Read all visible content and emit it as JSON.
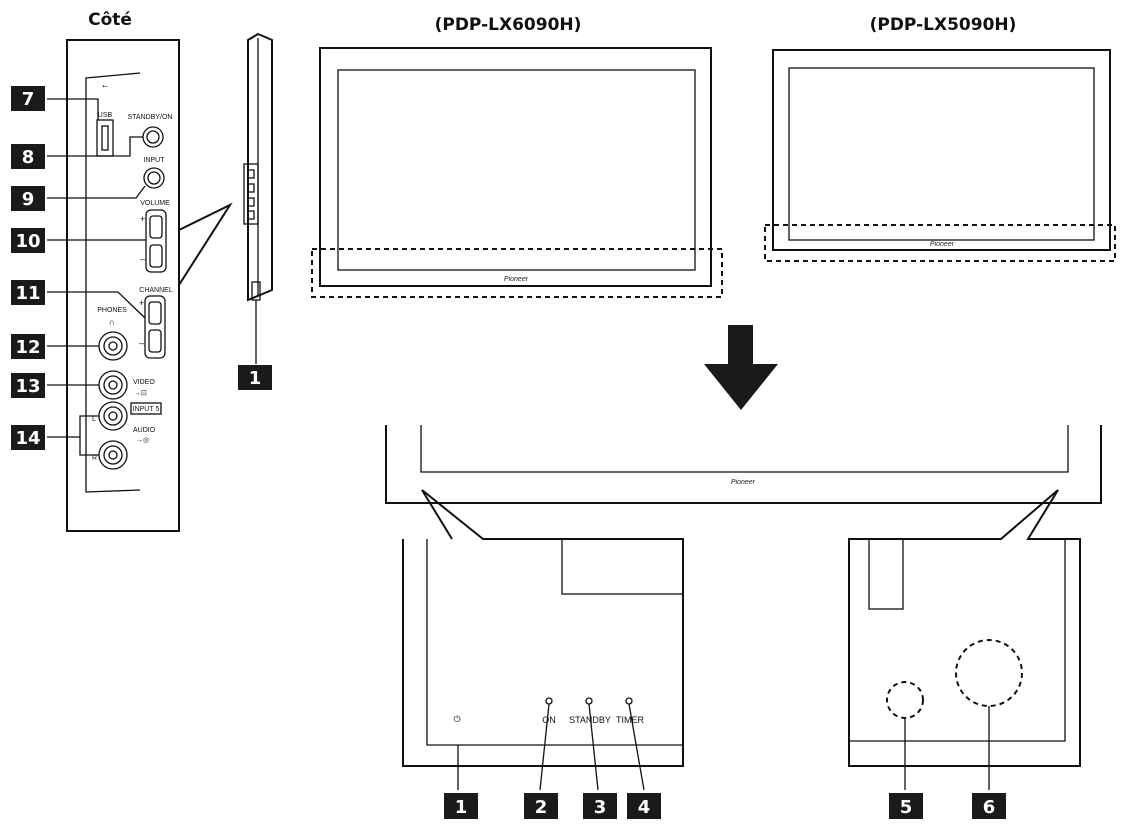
{
  "titles": {
    "side": "Côté",
    "model_a": "(PDP-LX6090H)",
    "model_b": "(PDP-LX5090H)"
  },
  "brand": "Pioneer",
  "side_panel_labels": {
    "usb": "USB",
    "standby_on": "STANDBY/ON",
    "input": "INPUT",
    "volume": "VOLUME",
    "channel": "CHANNEL",
    "phones": "PHONES",
    "video": "VIDEO",
    "input5": "INPUT 5",
    "audio": "AUDIO",
    "plus": "+",
    "minus": "–",
    "left": "L",
    "right": "R"
  },
  "front_labels": {
    "power_symbol": "⏻",
    "on": "ON",
    "standby": "STANDBY",
    "timer": "TIMER"
  },
  "callouts": [
    "1",
    "2",
    "3",
    "4",
    "5",
    "6",
    "7",
    "8",
    "9",
    "10",
    "11",
    "12",
    "13",
    "14"
  ]
}
